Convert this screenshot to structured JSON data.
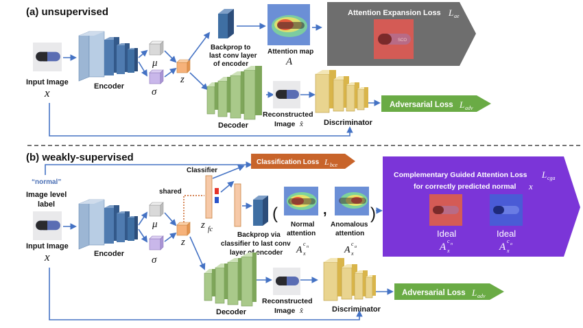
{
  "section_a": {
    "title": "(a) unsupervised"
  },
  "section_b": {
    "title": "(b) weakly-supervised"
  },
  "a": {
    "input_label": "Input Image",
    "input_var": "x",
    "encoder": "Encoder",
    "mu": "μ",
    "sigma": "σ",
    "z": "z",
    "backprop_l1": "Backprop to",
    "backprop_l2": "last conv layer",
    "backprop_l3": "of encoder",
    "attention_map": "Attention map",
    "attention_var": "A",
    "ae_loss": "Attention Expansion Loss",
    "ae_loss_sym": "L",
    "ae_loss_sub": "ae",
    "decoder": "Decoder",
    "recon_l1": "Reconstructed",
    "recon_l2": "Image",
    "recon_var": "x̂",
    "discriminator": "Discriminator",
    "adv_loss": "Adversarial Loss",
    "adv_loss_sym": "L",
    "adv_loss_sub": "adv",
    "pill_text": "SCO"
  },
  "b": {
    "normal_tag": "“normal”",
    "level_l1": "Image level",
    "level_l2": "label",
    "input_label": "Input Image",
    "input_var": "x",
    "encoder": "Encoder",
    "mu": "μ",
    "sigma": "σ",
    "z": "z",
    "shared": "shared",
    "classifier": "Classifier",
    "zfc": "z",
    "zfc_sub": "fc",
    "cls_loss": "Classification Loss",
    "cls_loss_sym": "L",
    "cls_loss_sub": "bce",
    "backprop_l1": "Backprop via",
    "backprop_l2": "classifier to last conv",
    "backprop_l3": "layer of encoder",
    "normal_att_l1": "Normal",
    "normal_att_l2": "attention",
    "anom_att_l1": "Anomalous",
    "anom_att_l2": "attention",
    "att_sym": "A",
    "att_sub": "x",
    "sup_cn": "c",
    "sup_cn_sub": "n",
    "sup_ca": "c",
    "sup_ca_sub": "a",
    "paren_open": "(",
    "comma": ",",
    "paren_close": ")",
    "cga_l1": "Complementary Guided Attention Loss",
    "cga_sym": "L",
    "cga_sub": "cga",
    "cga_l2": "for correctly predicted normal",
    "cga_var": "x",
    "ideal": "Ideal",
    "decoder": "Decoder",
    "recon_l1": "Reconstructed",
    "recon_l2": "Image",
    "recon_var": "x̂",
    "discriminator": "Discriminator",
    "adv_loss": "Adversarial Loss",
    "adv_loss_sym": "L",
    "adv_loss_sub": "adv"
  },
  "colors": {
    "encoder_blue": "#3f6fa3",
    "decoder_green": "#7ea65a",
    "disc_gold": "#d9b54a",
    "gray_banner": "#6e6e6e",
    "green_banner": "#6aab45",
    "orange_banner": "#c8642a",
    "purple_panel": "#7b35d8",
    "arrow_blue": "#4472c4",
    "z_orange": "#f6b27a"
  }
}
